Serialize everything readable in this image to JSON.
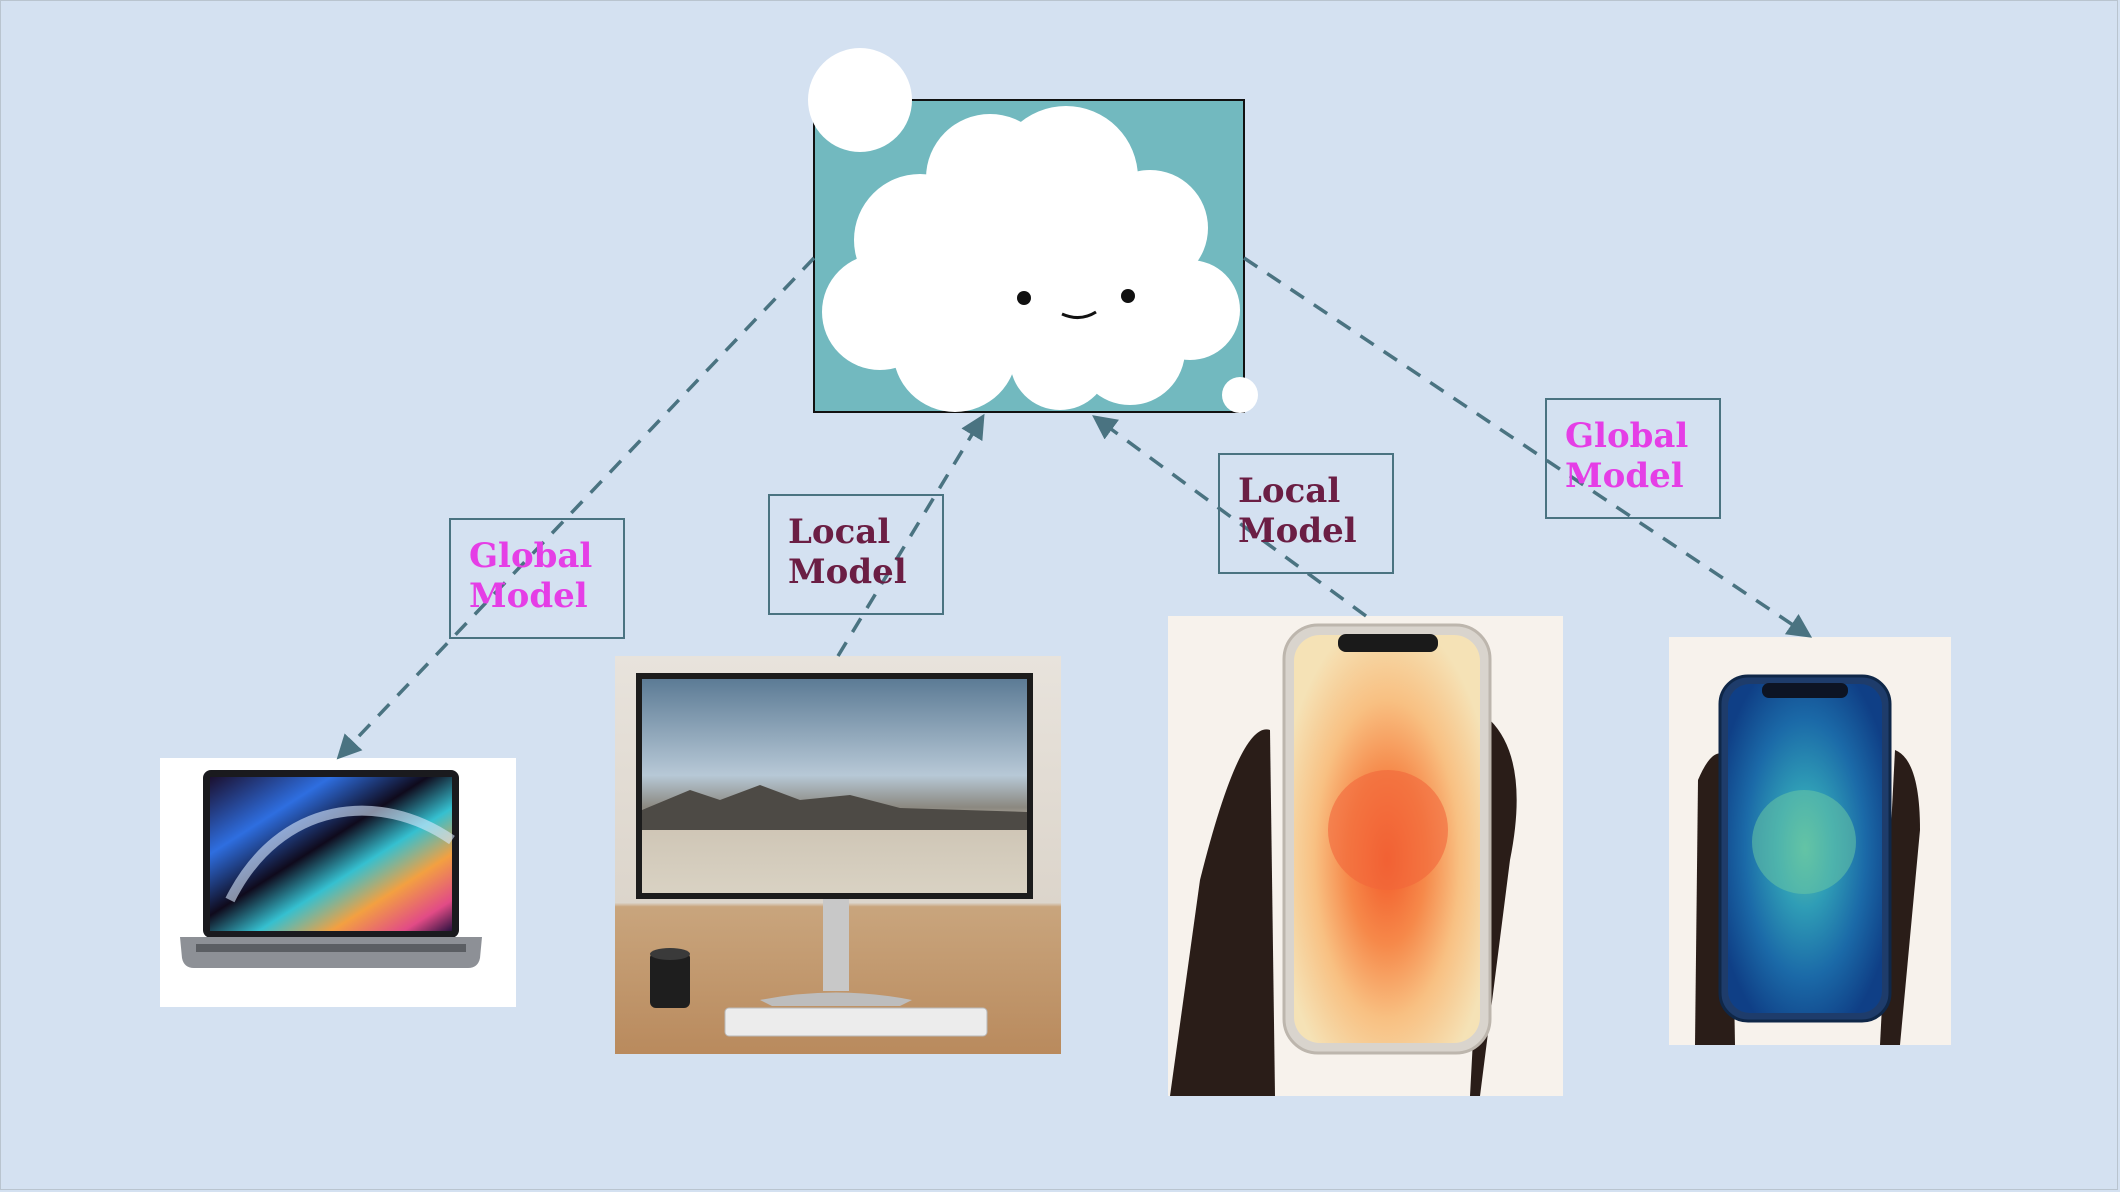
{
  "nodes": {
    "server": {
      "name": "cloud-server",
      "icon": "cloud-icon"
    },
    "devices": [
      {
        "name": "laptop",
        "icon": "laptop-icon"
      },
      {
        "name": "desktop-monitor",
        "icon": "monitor-icon"
      },
      {
        "name": "phone-orange",
        "icon": "phone-icon"
      },
      {
        "name": "phone-blue",
        "icon": "phone-icon"
      }
    ]
  },
  "labels": {
    "global_left": {
      "line1": "Global",
      "line2": "Model"
    },
    "local_monitor": {
      "line1": "Local",
      "line2": "Model"
    },
    "local_phone": {
      "line1": "Local",
      "line2": "Model"
    },
    "global_right": {
      "line1": "Global",
      "line2": "Model"
    }
  },
  "colors": {
    "background": "#d4e1f1",
    "arrow": "#4a7381",
    "global_text": "#e53ee6",
    "local_text": "#6b1e44",
    "cloud_sky": "#72b9bf"
  }
}
